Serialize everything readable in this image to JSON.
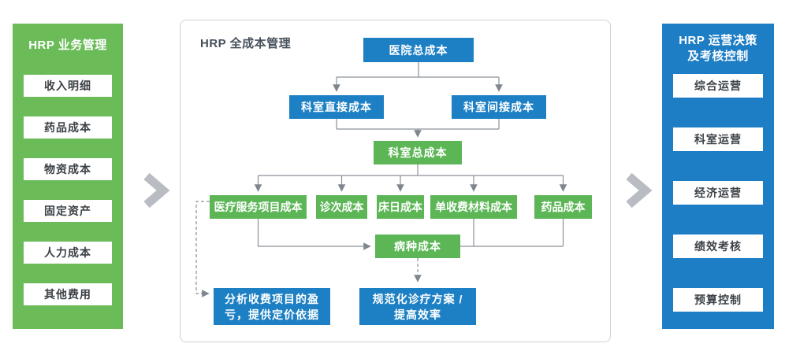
{
  "left_panel": {
    "title": "HRP 业务管理",
    "items": [
      "收入明细",
      "药品成本",
      "物资成本",
      "固定资产",
      "人力成本",
      "其他费用"
    ]
  },
  "center_panel": {
    "title": "HRP 全成本管理",
    "nodes": {
      "hospital_total": "医院总成本",
      "dept_direct": "科室直接成本",
      "dept_indirect": "科室间接成本",
      "dept_total": "科室总成本",
      "service_project": "医疗服务项目成本",
      "visit_cost": "诊次成本",
      "bed_day_cost": "床日成本",
      "single_charge_material": "单收费材料成本",
      "drug_cost": "药品成本",
      "disease_cost": "病种成本",
      "analyze_pricing": {
        "line1": "分析收费项目的盈",
        "line2": "亏，提供定价依据"
      },
      "standardize": {
        "line1": "规范化诊疗方案 /",
        "line2": "提高效率"
      }
    }
  },
  "right_panel": {
    "title_line1": "HRP 运营决策",
    "title_line2": "及考核控制",
    "items": [
      "综合运营",
      "科室运营",
      "经济运营",
      "绩效考核",
      "预算控制"
    ]
  },
  "colors": {
    "left_panel_green": "#6bbc59",
    "node_green": "#5cb656",
    "node_blue": "#1d80c4",
    "right_panel_blue": "#1d7dc5",
    "connector_gray": "#8a9199",
    "chevron_gray": "#b9bcc2",
    "panel_border": "#ccd1d7"
  }
}
